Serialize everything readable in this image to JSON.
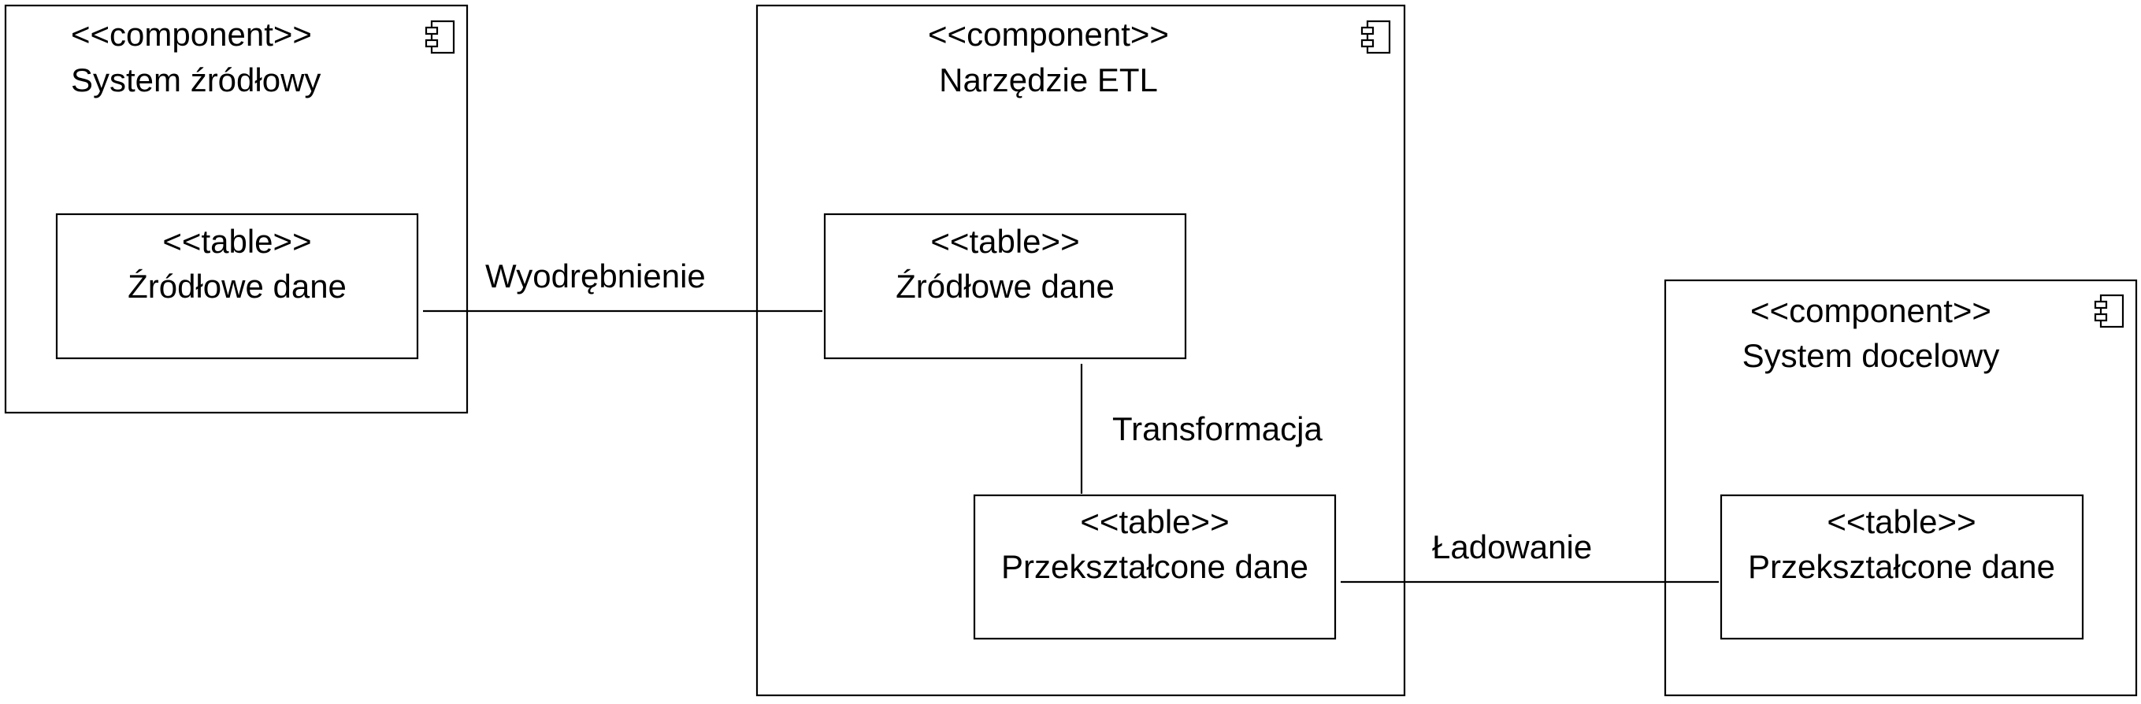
{
  "diagram": {
    "components": [
      {
        "stereotype": "<<component>>",
        "name": "System źródłowy",
        "icon": "component-icon",
        "tables": [
          {
            "stereotype": "<<table>>",
            "name": "Źródłowe dane"
          }
        ]
      },
      {
        "stereotype": "<<component>>",
        "name": "Narzędzie ETL",
        "icon": "component-icon",
        "tables": [
          {
            "stereotype": "<<table>>",
            "name": "Źródłowe dane"
          },
          {
            "stereotype": "<<table>>",
            "name": "Przekształcone dane"
          }
        ]
      },
      {
        "stereotype": "<<component>>",
        "name": "System docelowy",
        "icon": "component-icon",
        "tables": [
          {
            "stereotype": "<<table>>",
            "name": "Przekształcone dane"
          }
        ]
      }
    ],
    "connections": [
      {
        "label": "Wyodrębnienie"
      },
      {
        "label": "Transformacja"
      },
      {
        "label": "Ładowanie"
      }
    ]
  }
}
